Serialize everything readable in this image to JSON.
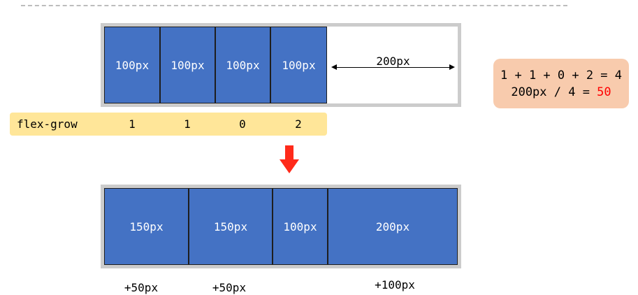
{
  "before": {
    "items": [
      "100px",
      "100px",
      "100px",
      "100px"
    ],
    "free_space_label": "200px"
  },
  "flex_grow": {
    "label": "flex-grow",
    "values": [
      "1",
      "1",
      "0",
      "2"
    ]
  },
  "calculation": {
    "line1": "1 + 1 + 0 + 2 = 4",
    "line2_prefix": "200px / 4 = ",
    "line2_result": "50"
  },
  "after": {
    "items": [
      "150px",
      "150px",
      "100px",
      "200px"
    ],
    "increments": [
      "+50px",
      "+50px",
      "",
      "+100px"
    ]
  },
  "colors": {
    "item_fill": "#4472c4",
    "container_border": "#cccccc",
    "grow_bar": "#ffe699",
    "calc_box": "#f8cbad",
    "arrow": "#ff2a1a",
    "highlight": "#ff0000"
  },
  "icons": {
    "transition": "down-arrow-icon"
  }
}
